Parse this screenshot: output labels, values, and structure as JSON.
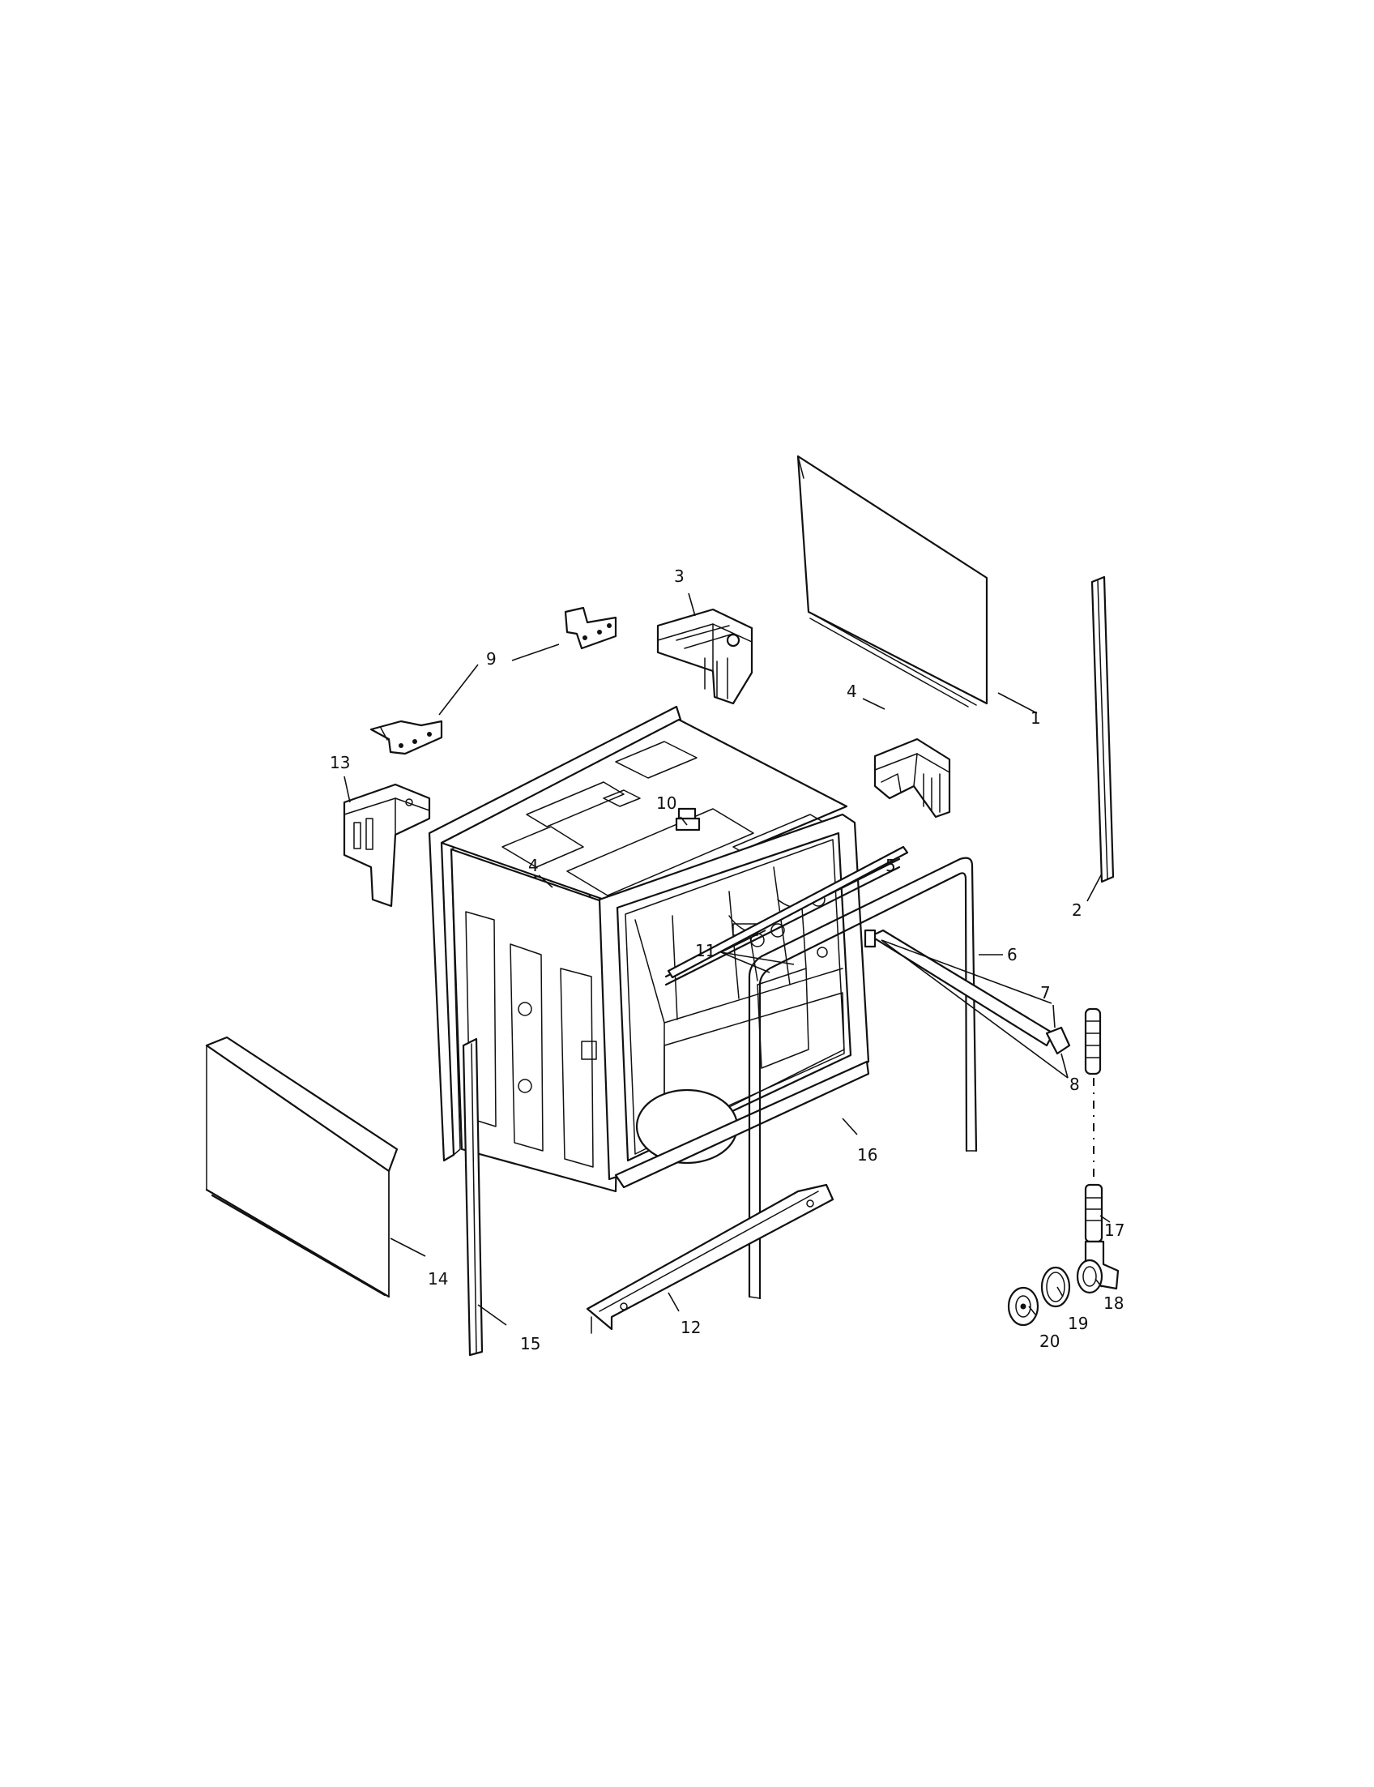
{
  "diagram": {
    "callouts": [
      {
        "id": "1",
        "label": "1"
      },
      {
        "id": "2",
        "label": "2"
      },
      {
        "id": "3",
        "label": "3"
      },
      {
        "id": "4a",
        "label": "4"
      },
      {
        "id": "4b",
        "label": "4"
      },
      {
        "id": "5",
        "label": "5"
      },
      {
        "id": "6",
        "label": "6"
      },
      {
        "id": "7",
        "label": "7"
      },
      {
        "id": "8",
        "label": "8"
      },
      {
        "id": "9",
        "label": "9"
      },
      {
        "id": "10",
        "label": "10"
      },
      {
        "id": "11",
        "label": "11"
      },
      {
        "id": "12",
        "label": "12"
      },
      {
        "id": "13",
        "label": "13"
      },
      {
        "id": "14",
        "label": "14"
      },
      {
        "id": "15",
        "label": "15"
      },
      {
        "id": "16",
        "label": "16"
      },
      {
        "id": "17",
        "label": "17"
      },
      {
        "id": "18",
        "label": "18"
      },
      {
        "id": "19",
        "label": "19"
      },
      {
        "id": "20",
        "label": "20"
      }
    ]
  }
}
